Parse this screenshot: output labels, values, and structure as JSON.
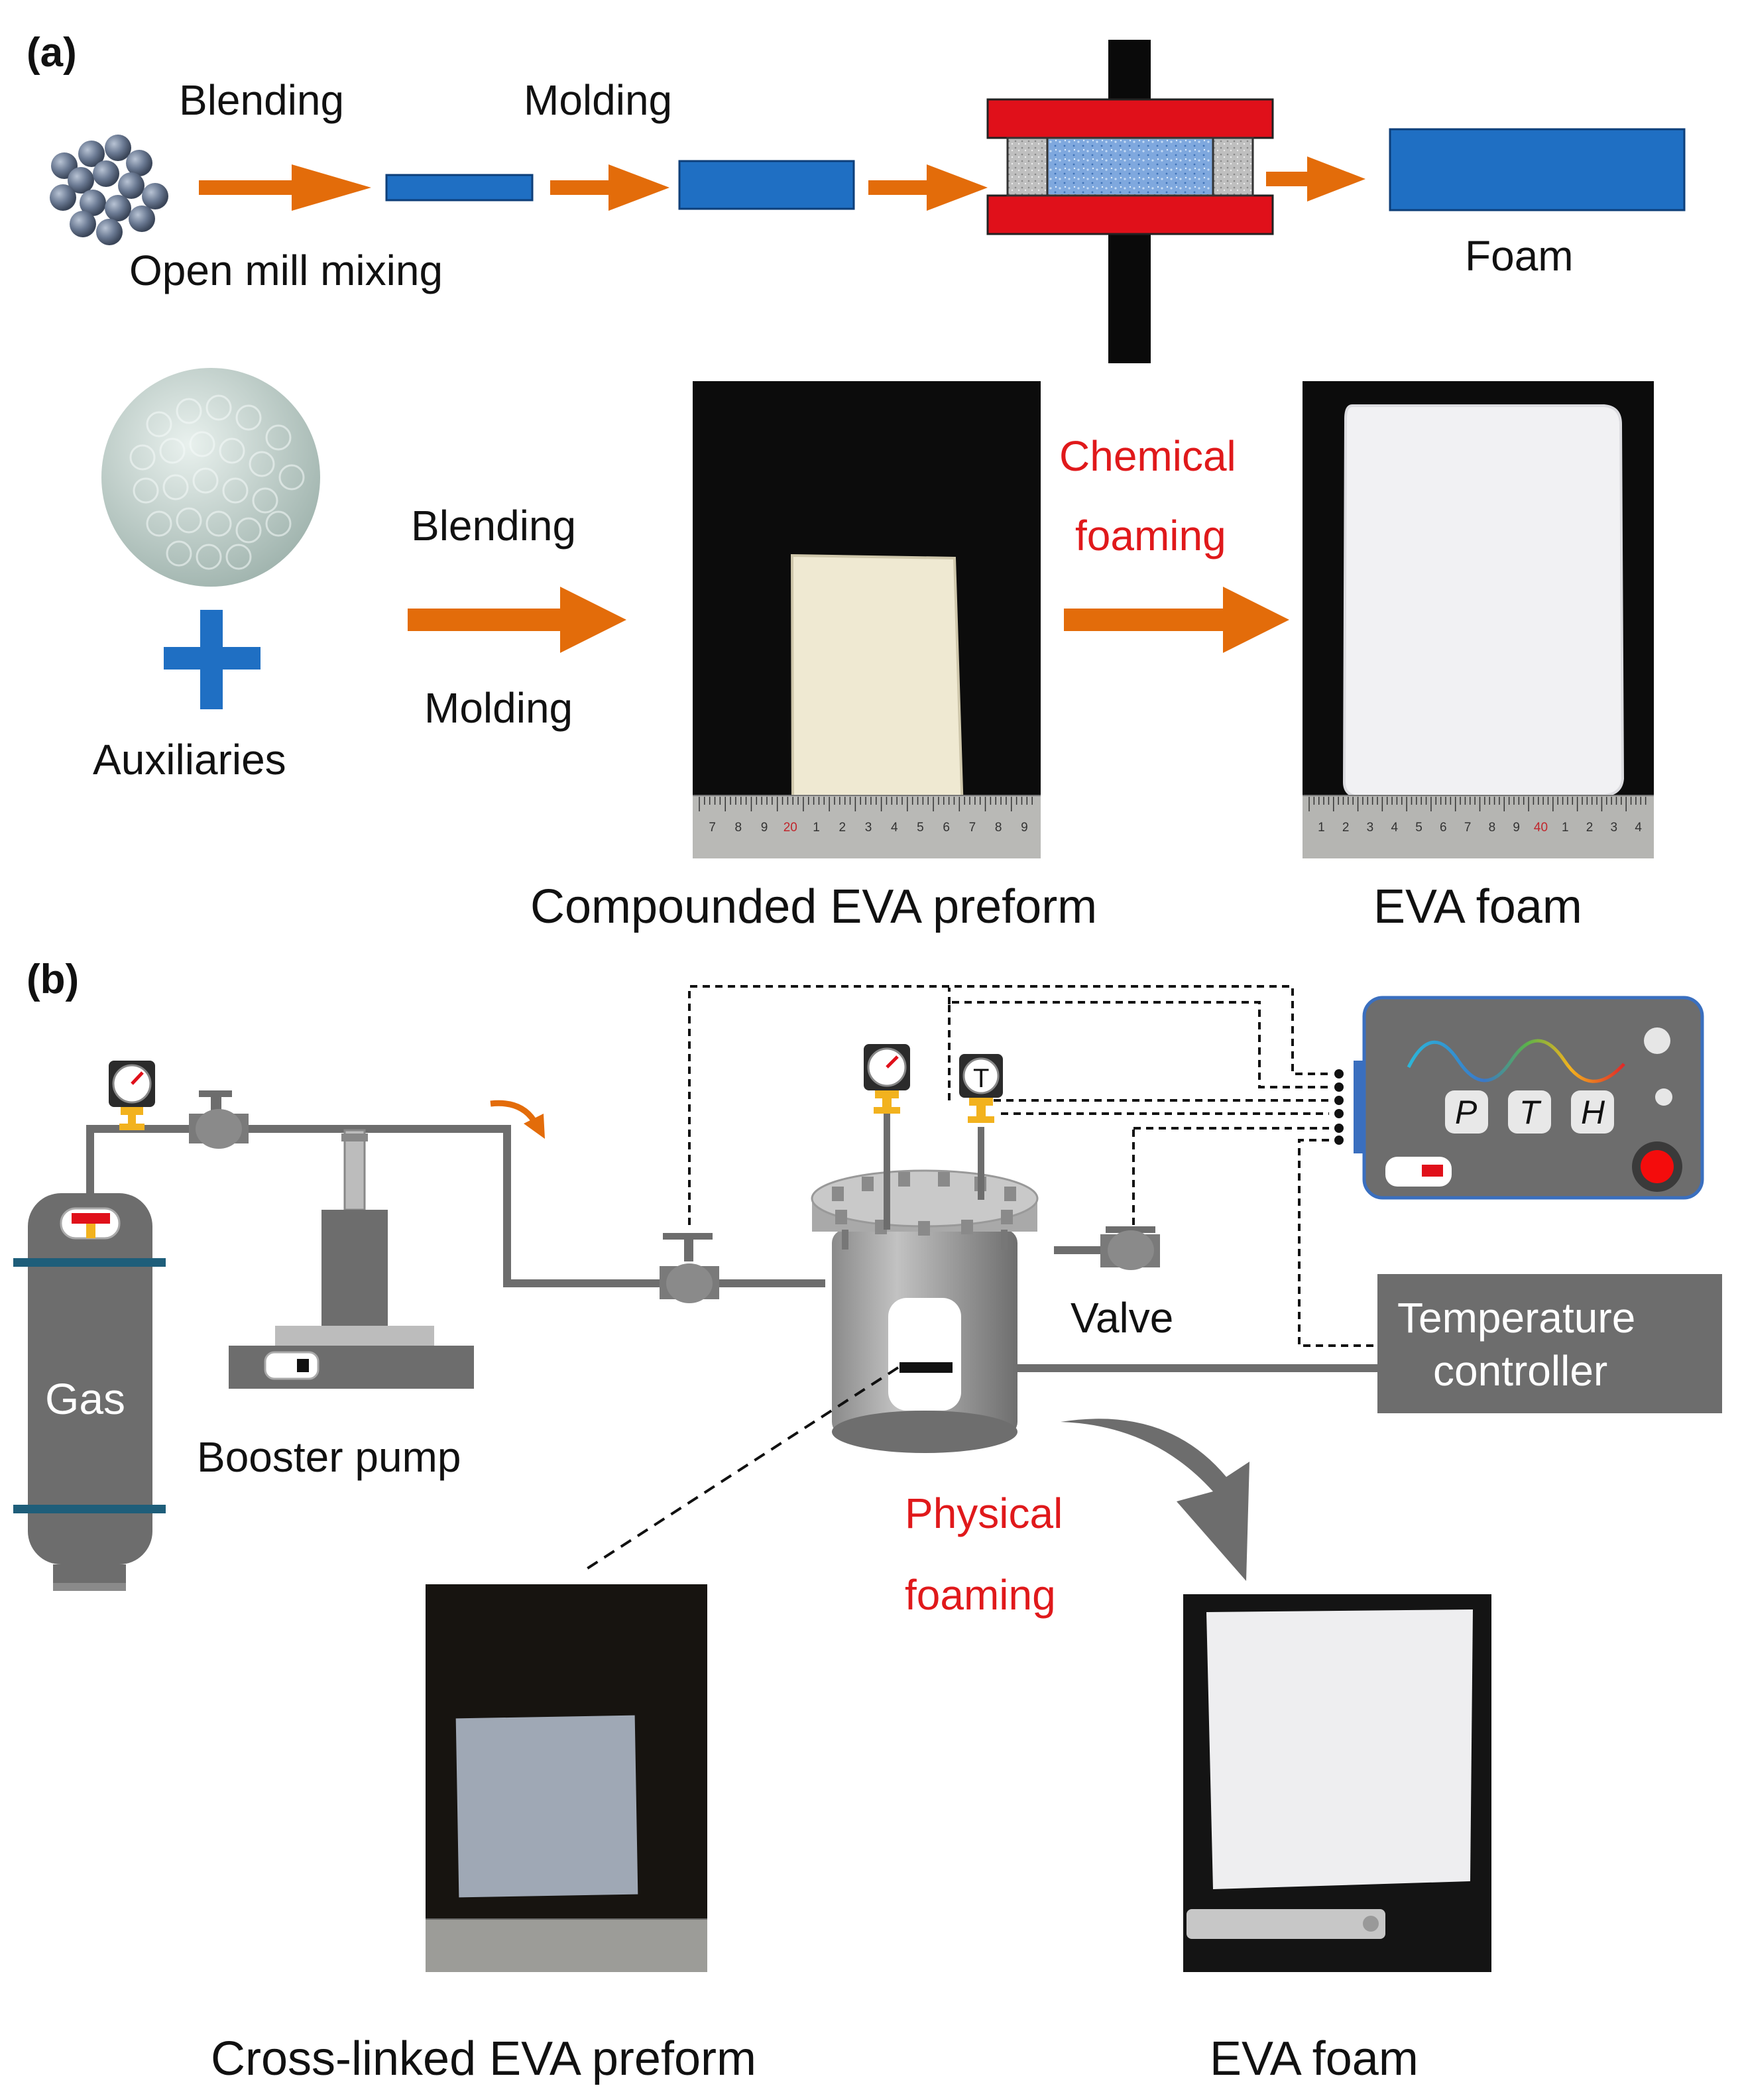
{
  "panel_a": {
    "label": "(a)",
    "blending": "Blending",
    "molding": "Molding",
    "open_mill": "Open mill mixing",
    "foam": "Foam",
    "auxiliaries": "Auxiliaries",
    "blending2": "Blending",
    "molding2": "Molding",
    "chemical": "Chemical",
    "foaming": "foaming",
    "compounded": "Compounded EVA preform",
    "eva_foam": "EVA foam",
    "ruler1_ticks": [
      "7",
      "8",
      "9",
      "20",
      "1",
      "2",
      "3",
      "4",
      "5",
      "6",
      "7",
      "8",
      "9"
    ],
    "ruler2_ticks": [
      "1",
      "2",
      "3",
      "4",
      "5",
      "6",
      "7",
      "8",
      "9",
      "40",
      "1",
      "2",
      "3",
      "4"
    ]
  },
  "panel_b": {
    "label": "(b)",
    "gas": "Gas",
    "booster": "Booster pump",
    "valve": "Valve",
    "temp1": "Temperature",
    "temp2": "controller",
    "physical": "Physical",
    "foaming": "foaming",
    "crosslinked": "Cross-linked EVA preform",
    "eva_foam": "EVA foam",
    "btn_p": "P",
    "btn_t": "T",
    "btn_h": "H",
    "gauge_t": "T"
  },
  "colors": {
    "arrow": "#e36c0a",
    "blue": "#1f6fc3",
    "red_text": "#e0191b",
    "gray": "#6d6d6d",
    "press_red": "#e0101a"
  }
}
